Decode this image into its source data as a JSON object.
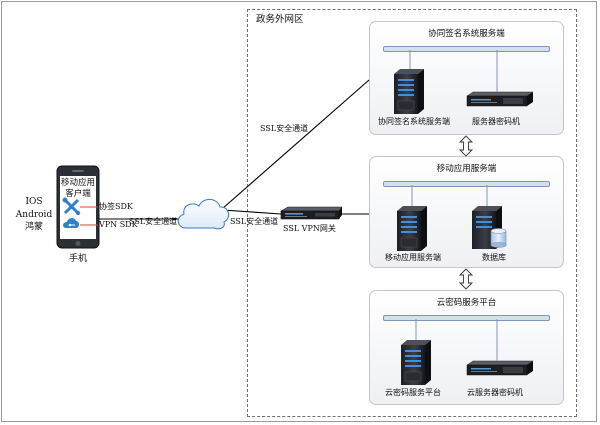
{
  "zone": {
    "title": "政务外网区"
  },
  "panels": [
    {
      "title": "协同签名系统服务端",
      "items": [
        {
          "label": "协同签名系统服务端"
        },
        {
          "label": "服务器密码机"
        }
      ]
    },
    {
      "title": "移动应用服务端",
      "items": [
        {
          "label": "移动应用服务端"
        },
        {
          "label": "数据库"
        }
      ]
    },
    {
      "title": "云密码服务平台",
      "items": [
        {
          "label": "云密码服务平台"
        },
        {
          "label": "云服务器密码机"
        }
      ]
    }
  ],
  "phone": {
    "client_line1": "移动应用",
    "client_line2": "客户端",
    "sdk_sign": "协签SDK",
    "sdk_vpn": "VPN SDK",
    "caption": "手机",
    "os": {
      "ios": "IOS",
      "android": "Android",
      "harmony": "鸿蒙"
    }
  },
  "gateway": {
    "label": "SSL VPN网关"
  },
  "channels": {
    "upper": "SSL安全通道",
    "left": "SSL安全通道",
    "right": "SSL安全通道"
  },
  "colors": {
    "accent_blue": "#2f7fd0",
    "sdk_red": "#d24a1c",
    "line": "#000000"
  }
}
